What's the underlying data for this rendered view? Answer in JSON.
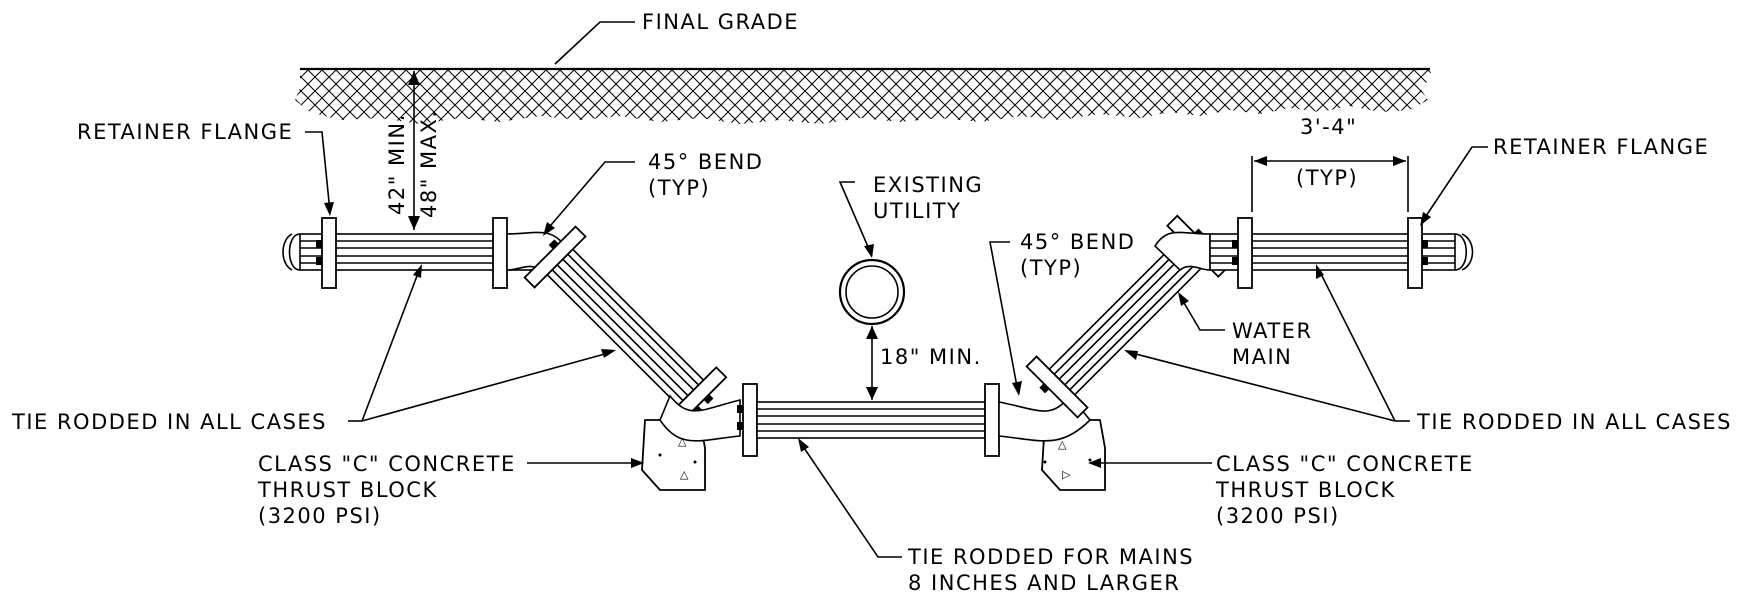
{
  "labels": {
    "final_grade": "FINAL GRADE",
    "retainer_flange_left": "RETAINER FLANGE",
    "retainer_flange_right": "RETAINER FLANGE",
    "depth_min": "42\" MIN.",
    "depth_max": "48\" MAX.",
    "bend_left_1": "45° BEND",
    "bend_left_2": "(TYP)",
    "existing_utility_1": "EXISTING",
    "existing_utility_2": "UTILITY",
    "bend_right_1": "45° BEND",
    "bend_right_2": "(TYP)",
    "spacing_dim": "3'-4\"",
    "spacing_typ": "(TYP)",
    "water_main_1": "WATER",
    "water_main_2": "MAIN",
    "clearance": "18\" MIN.",
    "tie_rodded_left": "TIE RODDED IN ALL CASES",
    "tie_rodded_right": "TIE RODDED IN ALL CASES",
    "concrete_left_1": "CLASS \"C\" CONCRETE",
    "concrete_left_2": "THRUST BLOCK",
    "concrete_left_3": "(3200 PSI)",
    "concrete_right_1": "CLASS \"C\" CONCRETE",
    "concrete_right_2": "THRUST BLOCK",
    "concrete_right_3": "(3200 PSI)",
    "tie_mains_1": "TIE RODDED FOR MAINS",
    "tie_mains_2": "8 INCHES AND LARGER"
  }
}
